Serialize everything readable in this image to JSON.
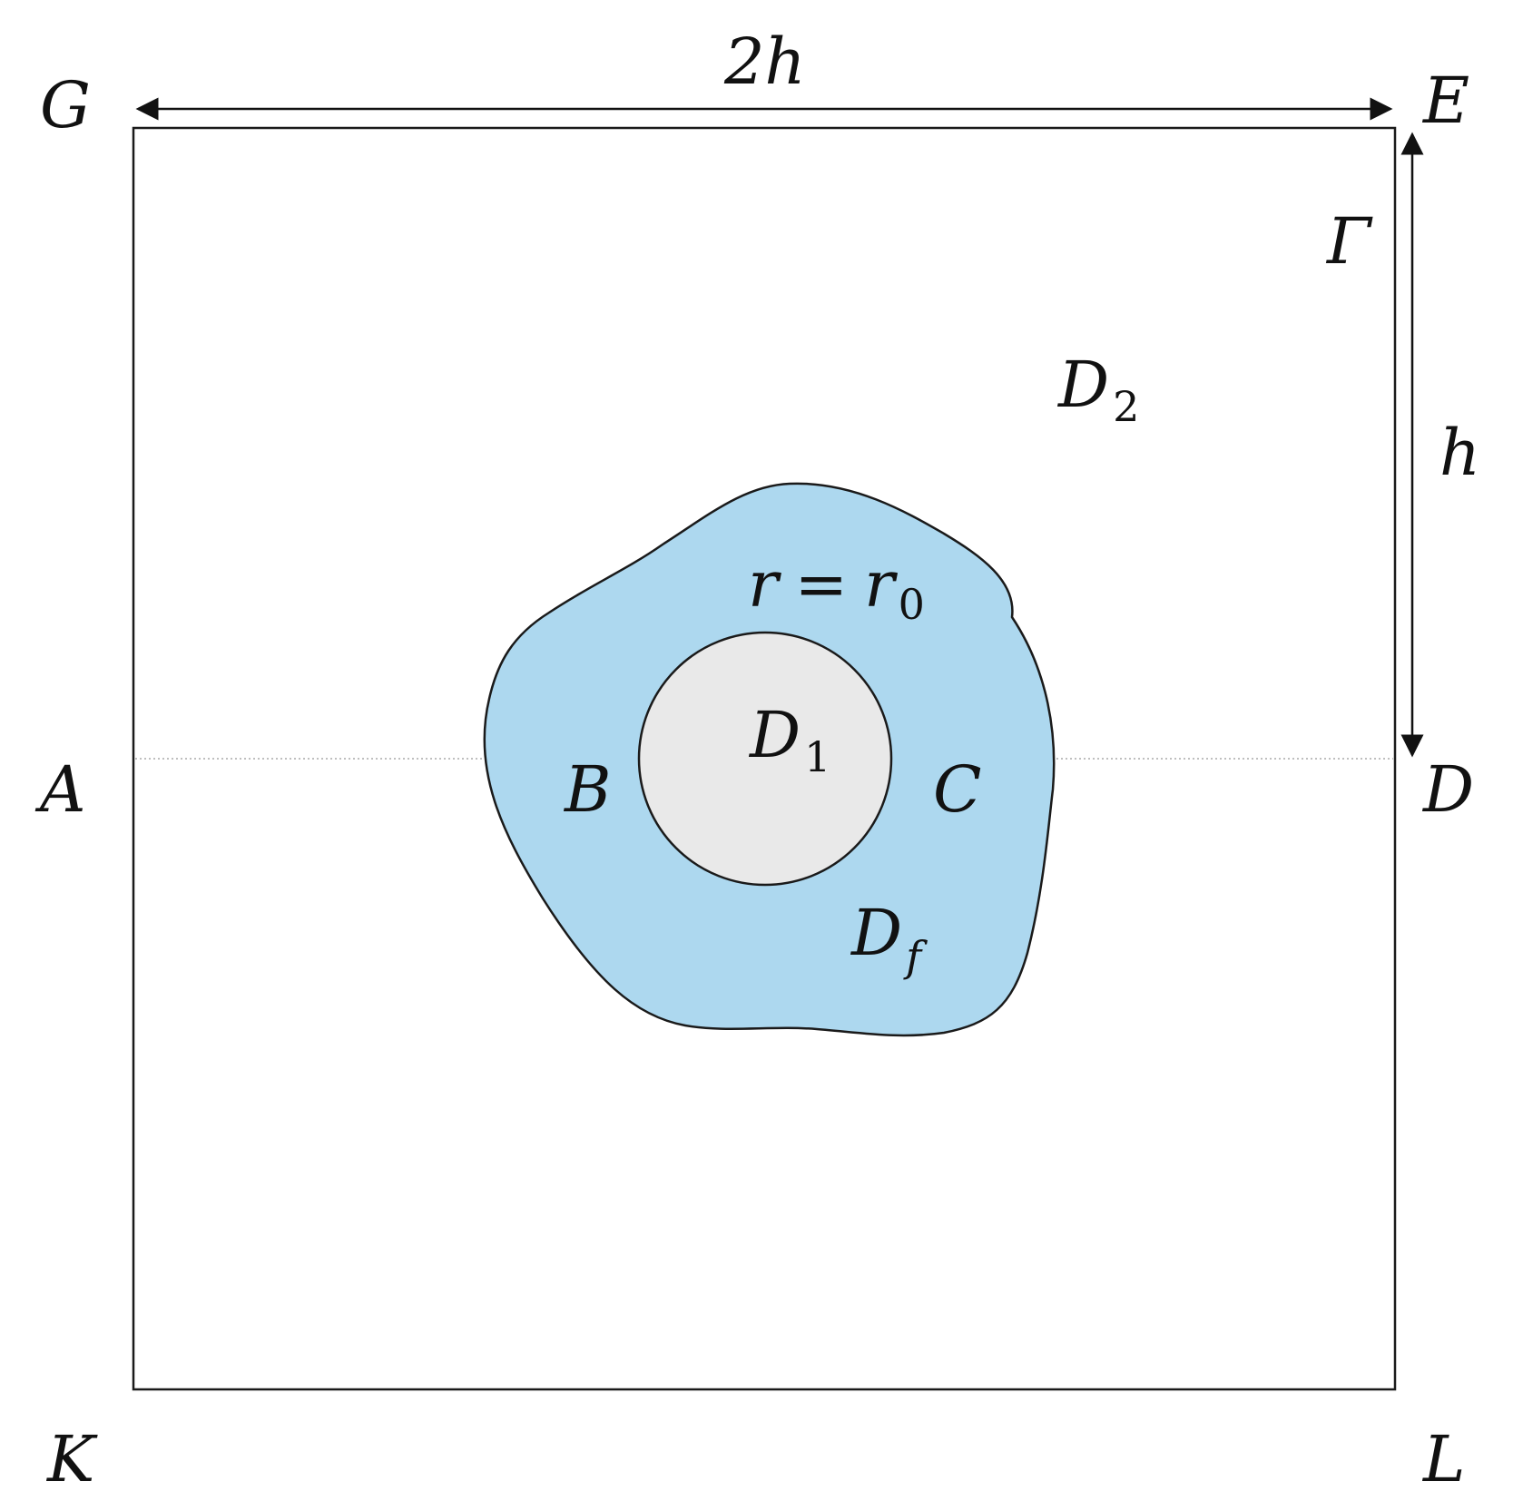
{
  "labels": {
    "G": "G",
    "E": "E",
    "A": "A",
    "D": "D",
    "K": "K",
    "L": "L",
    "B": "B",
    "C": "C",
    "gamma": "Γ",
    "width": "2h",
    "height": "h",
    "radius_r": "r",
    "radius_eq": "=",
    "radius_r0": "r",
    "radius_sub": "0",
    "d1": "D",
    "d1_sub": "1",
    "d2": "D",
    "d2_sub": "2",
    "df": "D",
    "df_sub": "f"
  },
  "colors": {
    "outline": "#1a1a1a",
    "fracture_zone_fill": "#add8ef",
    "inner_disk_fill": "#e9e9e9",
    "axis_line": "#999999",
    "background": "#ffffff"
  }
}
